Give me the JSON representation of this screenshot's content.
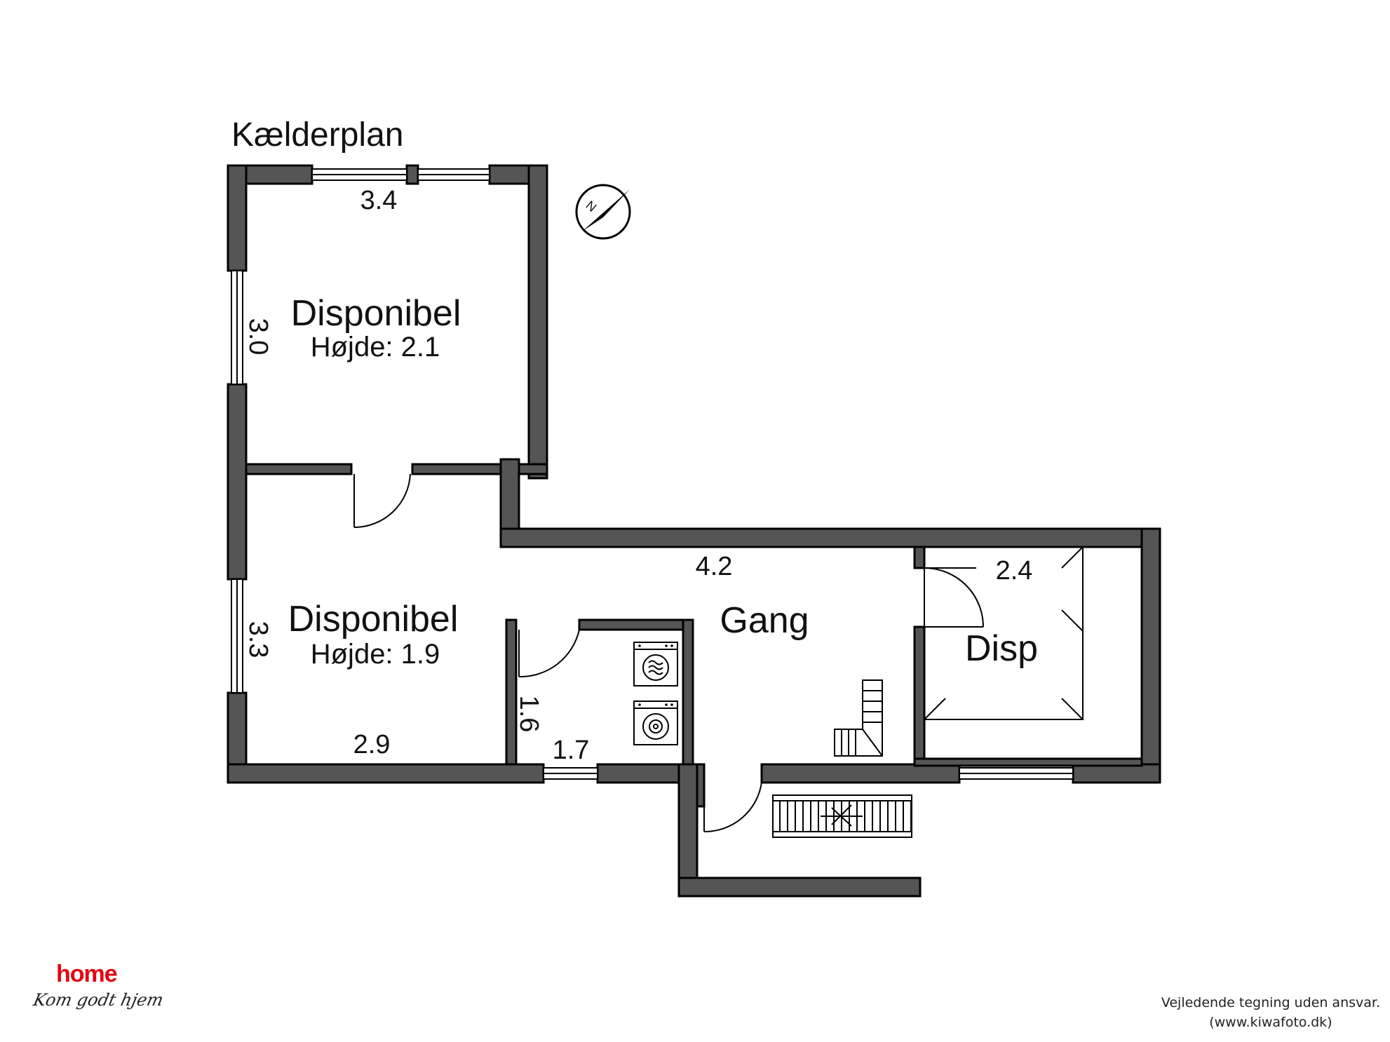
{
  "plan_title": "Kælderplan",
  "rooms": {
    "room1": {
      "name": "Disponibel",
      "height": "Højde: 2.1",
      "width_dim": "3.4",
      "depth_dim": "3.0"
    },
    "room2": {
      "name": "Disponibel",
      "height": "Højde: 1.9",
      "width_dim": "2.9",
      "depth_dim": "3.3"
    },
    "hall": {
      "name": "Gang",
      "dim": "4.2"
    },
    "storage": {
      "name": "Disp",
      "dim": "2.4"
    },
    "utility": {
      "dim_a": "1.6",
      "dim_b": "1.7"
    }
  },
  "compass_label": "N",
  "logo": {
    "word": "home",
    "tagline": "Kom godt hjem",
    "accent_color": "#e30613"
  },
  "disclaimer": {
    "line1": "Vejledende tegning uden ansvar.",
    "line2": "(www.kiwafoto.dk)"
  },
  "colors": {
    "wall": "#555555",
    "outline": "#000000"
  }
}
